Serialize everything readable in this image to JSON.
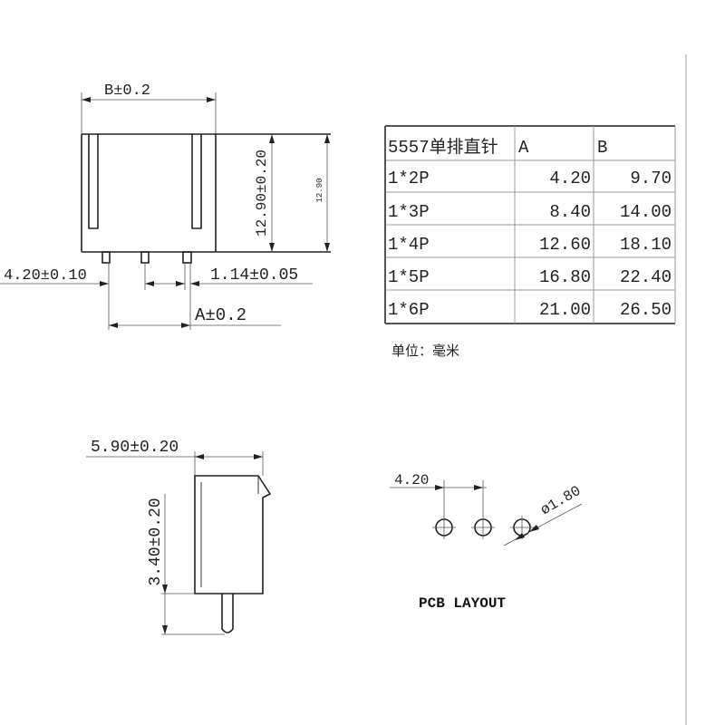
{
  "front_view": {
    "width_label": "B±0.2",
    "height_label": "12.90±0.20",
    "height_small_label": "12.90",
    "pitch_label": "4.20±0.10",
    "pin_label": "1.14±0.05",
    "span_label": "A±0.2"
  },
  "table": {
    "headers": [
      "5557单排直针",
      "A",
      "B"
    ],
    "rows": [
      [
        "1*2P",
        "4.20",
        "9.70"
      ],
      [
        "1*3P",
        "8.40",
        "14.00"
      ],
      [
        "1*4P",
        "12.60",
        "18.10"
      ],
      [
        "1*5P",
        "16.80",
        "22.40"
      ],
      [
        "1*6P",
        "21.00",
        "26.50"
      ]
    ]
  },
  "unit_note": "单位：毫米",
  "side_view": {
    "depth_label": "5.90±0.20",
    "pin_length_label": "3.40±0.20"
  },
  "pcb_layout": {
    "pitch_label": "4.20",
    "hole_label": "ø1.80",
    "title": "PCB LAYOUT"
  }
}
